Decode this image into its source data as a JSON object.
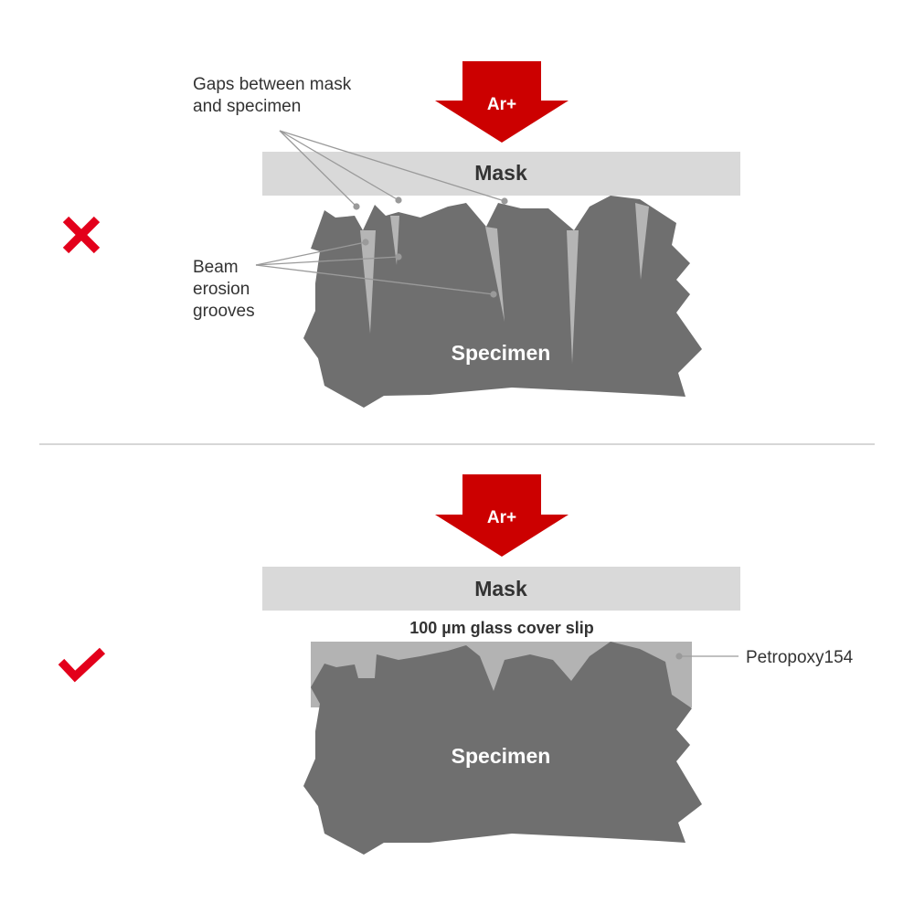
{
  "colors": {
    "accent_red": "#cc0000",
    "mark_red": "#e3001b",
    "mask_fill": "#d9d9d9",
    "specimen_fill": "#6f6f6f",
    "groove_fill": "#b5b5b5",
    "epoxy_fill": "#b3b3b3",
    "leader_line": "#9a9a9a",
    "text_dark": "#333333",
    "divider": "#d7d7d7"
  },
  "top_panel": {
    "beam_label": "Ar+",
    "mask_label": "Mask",
    "specimen_label": "Specimen",
    "gaps_label_line1": "Gaps between mask",
    "gaps_label_line2": "and specimen",
    "grooves_label_line1": "Beam",
    "grooves_label_line2": "erosion",
    "grooves_label_line3": "grooves",
    "status_icon": "cross-icon"
  },
  "bottom_panel": {
    "beam_label": "Ar+",
    "mask_label": "Mask",
    "cover_slip_label": "100 µm glass cover slip",
    "specimen_label": "Specimen",
    "epoxy_label": "Petropoxy154",
    "status_icon": "checkmark-icon"
  }
}
